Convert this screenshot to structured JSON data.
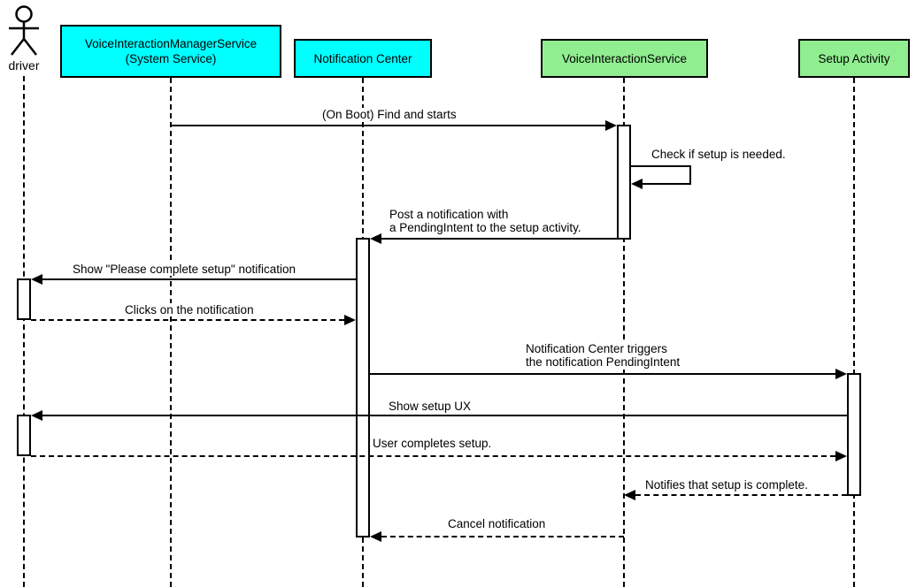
{
  "seq": {
    "actor": {
      "label": "driver"
    },
    "participants": [
      {
        "id": "vims",
        "label": "VoiceInteractionManagerService\n(System Service)",
        "color": "#00ffff"
      },
      {
        "id": "nc",
        "label": "Notification Center",
        "color": "#00ffff"
      },
      {
        "id": "vis",
        "label": "VoiceInteractionService",
        "color": "#90ee90"
      },
      {
        "id": "sa",
        "label": "Setup Activity",
        "color": "#90ee90"
      }
    ],
    "messages": [
      {
        "label": "(On Boot) Find and starts",
        "from": "vims",
        "to": "vis",
        "style": "solid"
      },
      {
        "label": "Check if setup is needed.",
        "from": "vis",
        "to": "vis",
        "style": "solid",
        "self": true
      },
      {
        "label": "Post a notification with\na PendingIntent to the setup activity.",
        "from": "vis",
        "to": "nc",
        "style": "solid"
      },
      {
        "label": "Show \"Please complete setup\" notification",
        "from": "nc",
        "to": "driver",
        "style": "solid"
      },
      {
        "label": "Clicks on the notification",
        "from": "driver",
        "to": "nc",
        "style": "dashed"
      },
      {
        "label": "Notification Center triggers\nthe notification PendingIntent",
        "from": "nc",
        "to": "sa",
        "style": "solid"
      },
      {
        "label": "Show setup UX",
        "from": "sa",
        "to": "driver",
        "style": "solid"
      },
      {
        "label": "User completes setup.",
        "from": "driver",
        "to": "sa",
        "style": "dashed"
      },
      {
        "label": "Notifies that setup is complete.",
        "from": "sa",
        "to": "vis",
        "style": "dashed"
      },
      {
        "label": "Cancel notification",
        "from": "vis",
        "to": "nc",
        "style": "dashed"
      }
    ],
    "colors": {
      "participant_cyan": "#00ffff",
      "participant_green": "#90ee90",
      "line": "#000000",
      "background": "#ffffff"
    }
  }
}
